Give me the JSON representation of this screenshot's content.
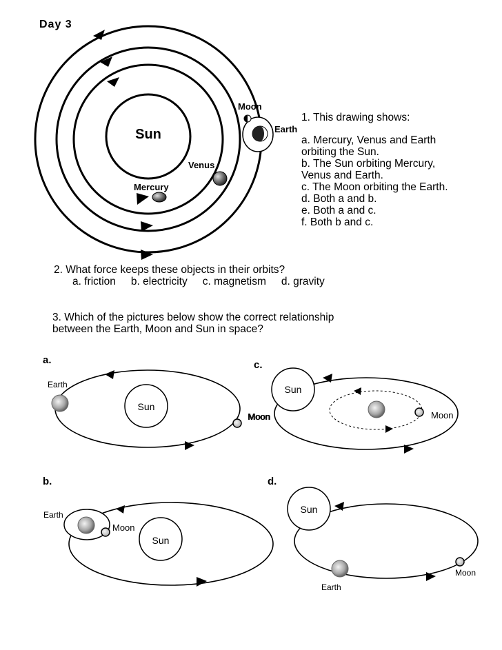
{
  "header": {
    "day": "Day 3"
  },
  "solar_diagram": {
    "sun": "Sun",
    "mercury": "Mercury",
    "venus": "Venus",
    "earth": "Earth",
    "moon": "Moon"
  },
  "question1": {
    "stem": "1.  This drawing shows:",
    "options": [
      "a.  Mercury, Venus and Earth",
      "orbiting the Sun.",
      "b.  The Sun orbiting Mercury,",
      "Venus and Earth.",
      "c.  The Moon orbiting the Earth.",
      "d.  Both a and b.",
      "e.  Both a and c.",
      "f.    Both b and c."
    ]
  },
  "question2": {
    "stem": "2.  What force keeps these objects in their orbits?",
    "options": [
      "a.  friction",
      "b.  electricity",
      "c.  magnetism",
      "d.  gravity"
    ]
  },
  "question3": {
    "line1": "3.  Which of the pictures below show the correct relationship",
    "line2": "between the Earth, Moon and Sun in space?"
  },
  "pictures": {
    "a": {
      "label": "a.",
      "earth": "Earth",
      "sun": "Sun",
      "moon": "Moon"
    },
    "b": {
      "label": "b.",
      "earth": "Earth",
      "moon": "Moon",
      "sun": "Sun"
    },
    "c": {
      "label": "c.",
      "sun": "Sun",
      "moon_left": "Moon",
      "moon_right": "Moon"
    },
    "d": {
      "label": "d.",
      "sun": "Sun",
      "moon": "Moon",
      "earth": "Earth"
    }
  }
}
